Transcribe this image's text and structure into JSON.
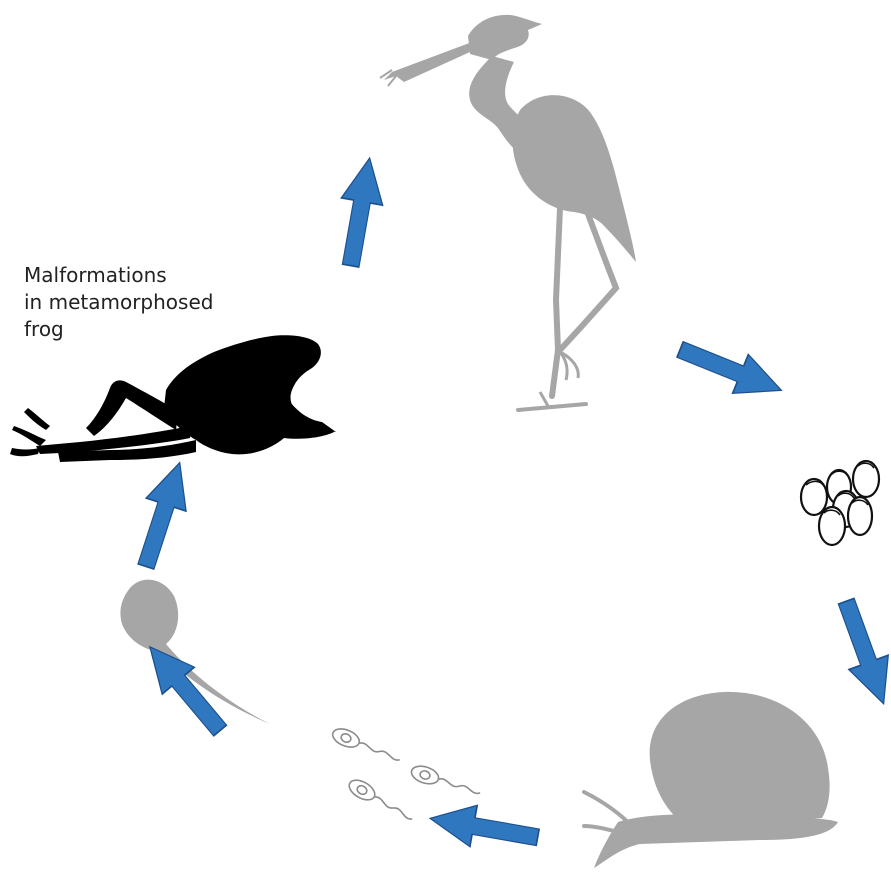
{
  "diagram": {
    "label": {
      "line1": "Malformations",
      "line2": "in metamorphosed",
      "line3": "frog"
    },
    "colors": {
      "arrow_fill": "#2f78c0",
      "arrow_stroke": "#1d4f8c",
      "silhouette": "#a6a6a6",
      "frog": "#000000",
      "outline": "#999999",
      "egg_stroke": "#111111"
    },
    "stages": [
      "heron-icon",
      "eggs-icon",
      "snail-icon",
      "cercariae-icon",
      "tadpole-icon",
      "frog-icon"
    ]
  }
}
